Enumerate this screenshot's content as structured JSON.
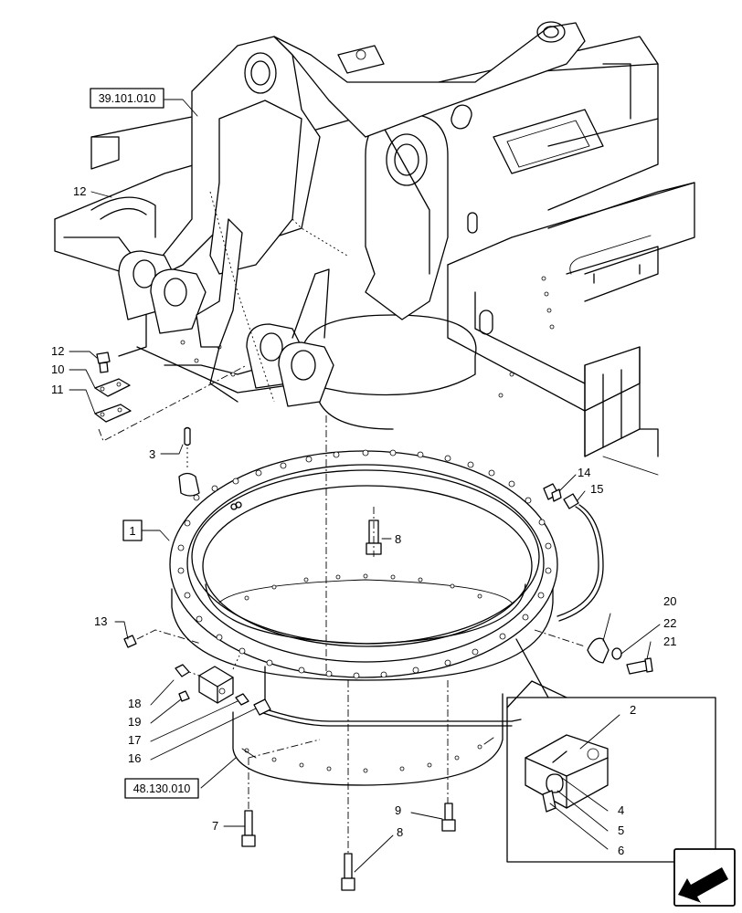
{
  "references": {
    "top_ref": "39.101.010",
    "bottom_ref": "48.130.010",
    "main_part": "1"
  },
  "callouts": {
    "c2": "2",
    "c3": "3",
    "c4": "4",
    "c5": "5",
    "c6": "6",
    "c7": "7",
    "c8a": "8",
    "c8b": "8",
    "c9": "9",
    "c10": "10",
    "c11": "11",
    "c12": "12",
    "c13": "13",
    "c14": "14",
    "c15": "15",
    "c16": "16",
    "c17": "17",
    "c18": "18",
    "c19": "19",
    "c20": "20",
    "c21": "21",
    "c22": "22"
  },
  "icons": {
    "navigation": "next-page-arrow-icon"
  }
}
